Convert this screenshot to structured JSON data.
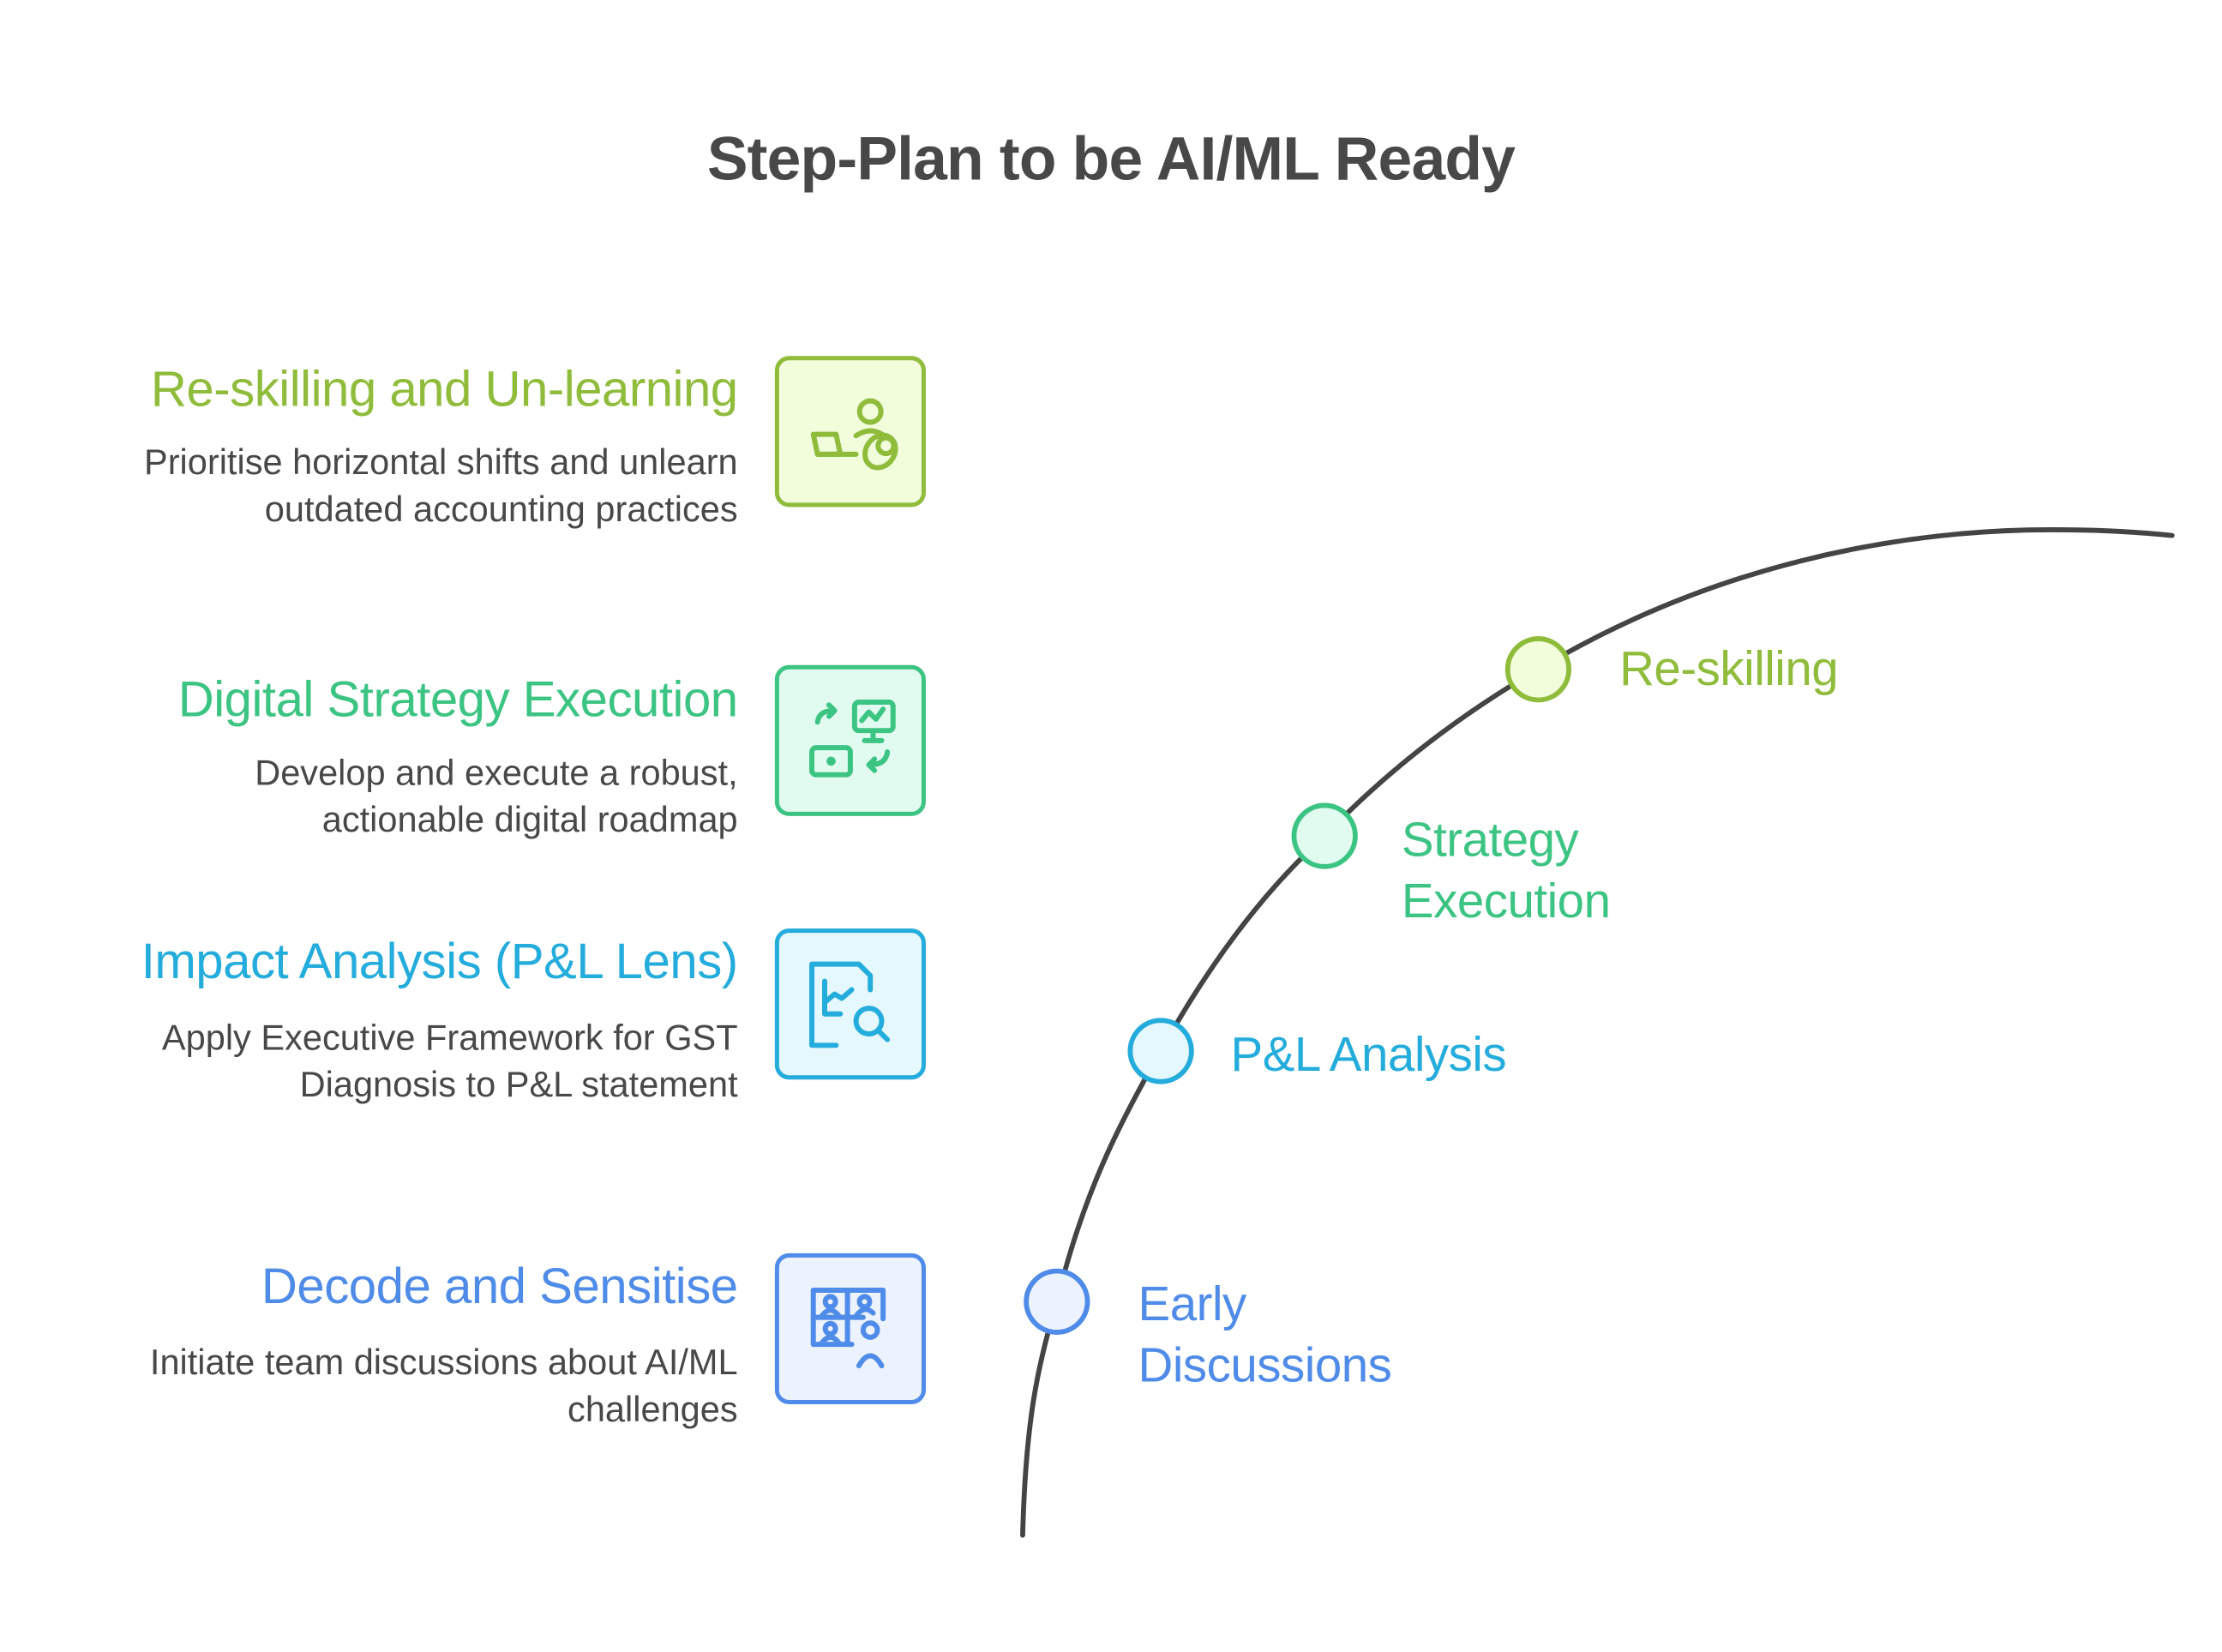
{
  "title": "Step-Plan to be AI/ML Ready",
  "colors": {
    "title": "#484848",
    "body_text": "#484848",
    "curve": "#444444",
    "reskilling": "#8FBC3B",
    "reskilling_fill": "#F2FDDC",
    "strategy": "#3CC483",
    "strategy_fill": "#E2FBF0",
    "impact": "#23ACDC",
    "impact_fill": "#E5F8FE",
    "decode": "#4F8BE8",
    "decode_fill": "#ECF2FE"
  },
  "steps": [
    {
      "heading": "Re-skilling and Un-learning",
      "description": "Prioritise horizontal shifts and unlearn outdated accounting practices",
      "icon": "person-laptop-baby-icon",
      "color": "#8FBC3B"
    },
    {
      "heading": "Digital Strategy Execution",
      "description": "Develop and execute a robust, actionable digital roadmap",
      "icon": "strategy-exchange-monitor-icon",
      "color": "#3CC483"
    },
    {
      "heading": "Impact Analysis (P&L Lens)",
      "description": "Apply Executive Framework for GST Diagnosis to P&L statement",
      "icon": "report-search-icon",
      "color": "#23ACDC"
    },
    {
      "heading": "Decode and Sensitise",
      "description": "Initiate team discussions about AI/ML challenges",
      "icon": "video-conference-icon",
      "color": "#4F8BE8"
    }
  ],
  "milestones": [
    {
      "label": "Re-skilling",
      "color": "#8FBC3B"
    },
    {
      "label": "Strategy Execution",
      "color": "#3CC483"
    },
    {
      "label": "P&L Analysis",
      "color": "#23ACDC"
    },
    {
      "label": "Early Discussions",
      "color": "#4F8BE8"
    }
  ]
}
